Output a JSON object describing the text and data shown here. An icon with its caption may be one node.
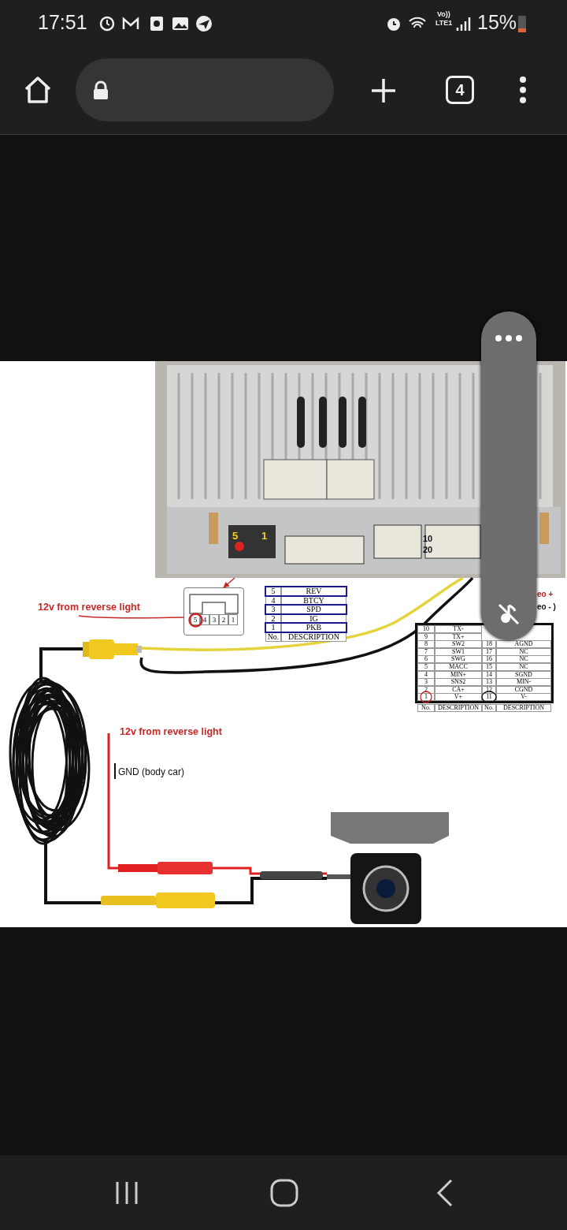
{
  "diagram": {
    "nodes": [
      {
        "text": [],
        "shape": "picture"
      },
      {
        "text": [
          "5",
          "4",
          "3",
          "2",
          "1"
        ]
      },
      {
        "text": [
          "12v from reverse light"
        ]
      },
      {
        "text": [],
        "shape": "picture"
      },
      {
        "text": [],
        "shape": "picture"
      },
      {
        "text": [],
        "shape": "picture"
      }
    ],
    "edges": [
      {
        "from": 0,
        "to": 1,
        "arrow": "to",
        "color": "#c62828"
      },
      {
        "from": 2,
        "to": 1,
        "arrow": "none",
        "color": "#c62828"
      },
      {
        "from": 3,
        "to": 0,
        "arrow": "none",
        "color": "#e6d23a"
      },
      {
        "from": 3,
        "to": 0,
        "arrow": "none"
      },
      {
        "from": 3,
        "to": 4,
        "arrow": "none"
      },
      {
        "from": 4,
        "to": 5,
        "arrow": "none"
      },
      {
        "from": null,
        "to": 5,
        "arrow": "none",
        "color": "#e02020"
      }
    ],
    "labels": [
      "17:51",
      "Vo))",
      "LTE1",
      "15%",
      "4",
      "5",
      "1",
      "10",
      "20",
      "5",
      "REV",
      "4",
      "BTCY",
      "3",
      "SPD",
      "2",
      "IG",
      "1",
      "PKB",
      "No.",
      "DESCRIPTION",
      "eo +",
      "eo - )",
      "10",
      "TX-",
      "9",
      "TX+",
      "8",
      "SW2",
      "18",
      "AGND",
      "7",
      "SW1",
      "17",
      "NC",
      "6",
      "SWG",
      "16",
      "NC",
      "5",
      "MACC",
      "15",
      "NC",
      "4",
      "MIN+",
      "14",
      "SGND",
      "3",
      "SNS2",
      "13",
      "MIN-",
      "2",
      "CA+",
      "12",
      "CGND",
      "1",
      "V+",
      "11",
      "V-",
      "No.",
      "DESCRIPTION",
      "No.",
      "DESCRIPTION",
      "12v from reverse light",
      "GND (body car)"
    ]
  }
}
